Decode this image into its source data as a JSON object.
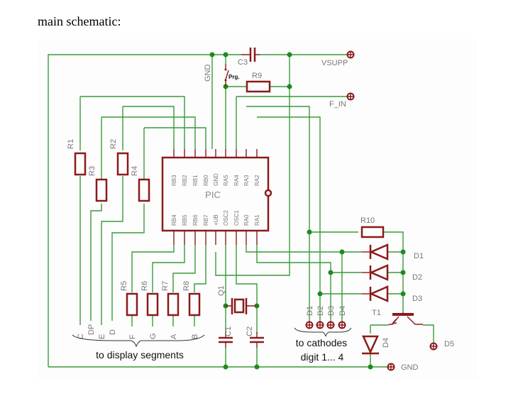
{
  "heading": "main schematic:",
  "colors": {
    "wire": "#3a9a3a",
    "component": "#8b1a1a",
    "junction": "#1f8a1f",
    "label": "#777777"
  },
  "ic": {
    "name": "PIC",
    "top_pins": [
      "RB3",
      "RB2",
      "RB1",
      "RB0",
      "GND",
      "RA5",
      "RA4",
      "RA3",
      "RA2"
    ],
    "bottom_pins": [
      "RB4",
      "RB5",
      "RB6",
      "RB7",
      "+UB",
      "OSC2",
      "OSC1",
      "RA0",
      "RA1"
    ]
  },
  "labels": {
    "gnd_top": "GND",
    "c3": "C3",
    "vsupp": "VSUPP",
    "prg": "Prg.",
    "r9": "R9",
    "f_in": "F_IN",
    "r1": "R1",
    "r2": "R2",
    "r3": "R3",
    "r4": "R4",
    "r5": "R5",
    "r6": "R6",
    "r7": "R7",
    "r8": "R8",
    "q1": "Q1",
    "c1": "C1",
    "c2": "C2",
    "r10": "R10",
    "d1": "D1",
    "d2": "D2",
    "d3": "D3",
    "t1": "T1",
    "d4": "D4",
    "d5": "D5",
    "gnd_bottom": "GND"
  },
  "segments": [
    "C",
    "DP",
    "E",
    "D",
    "F",
    "G",
    "A",
    "B"
  ],
  "cathodes": [
    "D1",
    "D2",
    "D3",
    "D4"
  ],
  "captions": {
    "segments": "to display segments",
    "cathodes_line1": "to cathodes",
    "cathodes_line2": "digit 1... 4"
  }
}
